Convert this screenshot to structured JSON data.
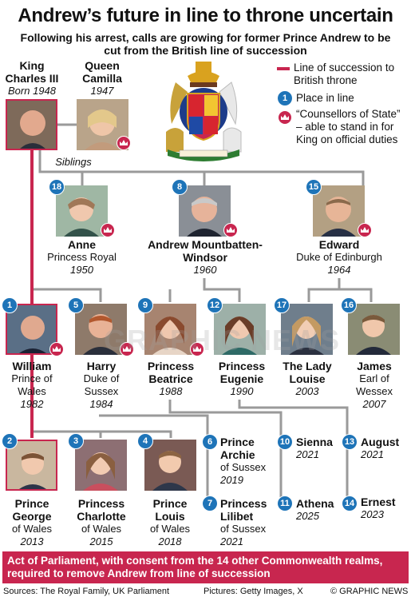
{
  "header": {
    "title": "Andrew’s future in line to throne uncertain",
    "subtitle": "Following his arrest, calls are growing for former Prince Andrew to be cut from the British line of succession"
  },
  "legend": {
    "line": "Line of succession to British throne",
    "place": "Place in line",
    "counsellor": "“Counsellors of State” – able to stand in for King on official duties",
    "place_badge": "1"
  },
  "king": {
    "name": "King Charles III",
    "sub": "Born 1948"
  },
  "queen": {
    "name": "Queen Camilla",
    "sub": "1947"
  },
  "siblings_label": "Siblings",
  "people": {
    "anne": {
      "place": "18",
      "name": "Anne",
      "title": "Princess Royal",
      "year": "1950"
    },
    "andrew": {
      "place": "8",
      "name": "Andrew Mountbatten-Windsor",
      "year": "1960"
    },
    "edward": {
      "place": "15",
      "name": "Edward",
      "title": "Duke of Edinburgh",
      "year": "1964"
    },
    "william": {
      "place": "1",
      "name": "William",
      "title": "Prince of Wales",
      "year": "1982"
    },
    "harry": {
      "place": "5",
      "name": "Harry",
      "title": "Duke of Sussex",
      "year": "1984"
    },
    "beatrice": {
      "place": "9",
      "name": "Princess Beatrice",
      "year": "1988"
    },
    "eugenie": {
      "place": "12",
      "name": "Princess Eugenie",
      "year": "1990"
    },
    "louise": {
      "place": "17",
      "name": "The Lady Louise",
      "year": "2003"
    },
    "james": {
      "place": "16",
      "name": "James",
      "title": "Earl of Wessex",
      "year": "2007"
    },
    "george": {
      "place": "2",
      "name": "Prince George",
      "title": "of Wales",
      "year": "2013"
    },
    "charlotte": {
      "place": "3",
      "name": "Princess Charlotte",
      "title": "of Wales",
      "year": "2015"
    },
    "louis": {
      "place": "4",
      "name": "Prince Louis",
      "title": "of Wales",
      "year": "2018"
    },
    "archie": {
      "place": "6",
      "name": "Prince Archie",
      "title": "of Sussex",
      "year": "2019"
    },
    "lilibet": {
      "place": "7",
      "name": "Princess Lilibet",
      "title": "of Sussex",
      "year": "2021"
    },
    "sienna": {
      "place": "10",
      "name": "Sienna",
      "year": "2021"
    },
    "athena": {
      "place": "11",
      "name": "Athena",
      "year": "2025"
    },
    "august": {
      "place": "13",
      "name": "August",
      "year": "2021"
    },
    "ernest": {
      "place": "14",
      "name": "Ernest",
      "year": "2023"
    }
  },
  "footer": {
    "note": "Act of Parliament, with consent from the 14 other Commonwealth realms, required to remove Andrew from line of succession",
    "sources": "Sources: The Royal Family, UK Parliament",
    "pictures": "Pictures: Getty Images, X",
    "credit": "© GRAPHIC NEWS"
  },
  "watermark": "GRAPHIC NEWS",
  "colors": {
    "succession": "#c8264f",
    "place_badge": "#1e74b8",
    "lines": "#9a9a9a"
  }
}
